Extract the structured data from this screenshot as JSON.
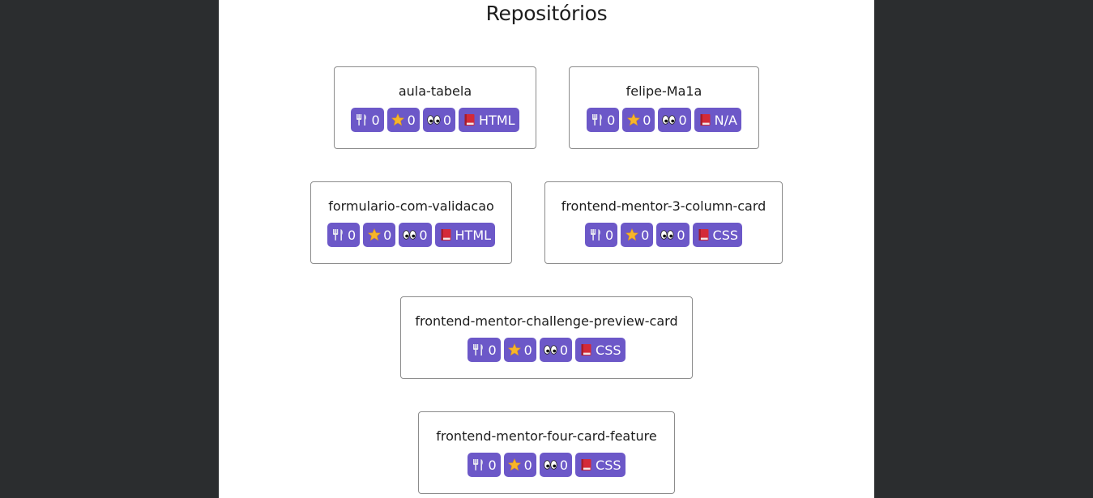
{
  "page_title": "Repositórios",
  "repos": [
    {
      "name": "aula-tabela",
      "forks": "0",
      "stars": "0",
      "watchers": "0",
      "language": "HTML"
    },
    {
      "name": "felipe-Ma1a",
      "forks": "0",
      "stars": "0",
      "watchers": "0",
      "language": "N/A"
    },
    {
      "name": "formulario-com-validacao",
      "forks": "0",
      "stars": "0",
      "watchers": "0",
      "language": "HTML"
    },
    {
      "name": "frontend-mentor-3-column-card",
      "forks": "0",
      "stars": "0",
      "watchers": "0",
      "language": "CSS"
    },
    {
      "name": "frontend-mentor-challenge-preview-card",
      "forks": "0",
      "stars": "0",
      "watchers": "0",
      "language": "CSS"
    },
    {
      "name": "frontend-mentor-four-card-feature",
      "forks": "0",
      "stars": "0",
      "watchers": "0",
      "language": "CSS"
    }
  ],
  "icons": {
    "forks": "fork-and-knife-icon",
    "stars": "star-icon",
    "watchers": "eyes-icon",
    "language": "closed-book-icon"
  },
  "colors": {
    "background": "#2b2d2f",
    "panel": "#ffffff",
    "badge": "#6c58c8",
    "card_border": "#8c8c8c"
  }
}
